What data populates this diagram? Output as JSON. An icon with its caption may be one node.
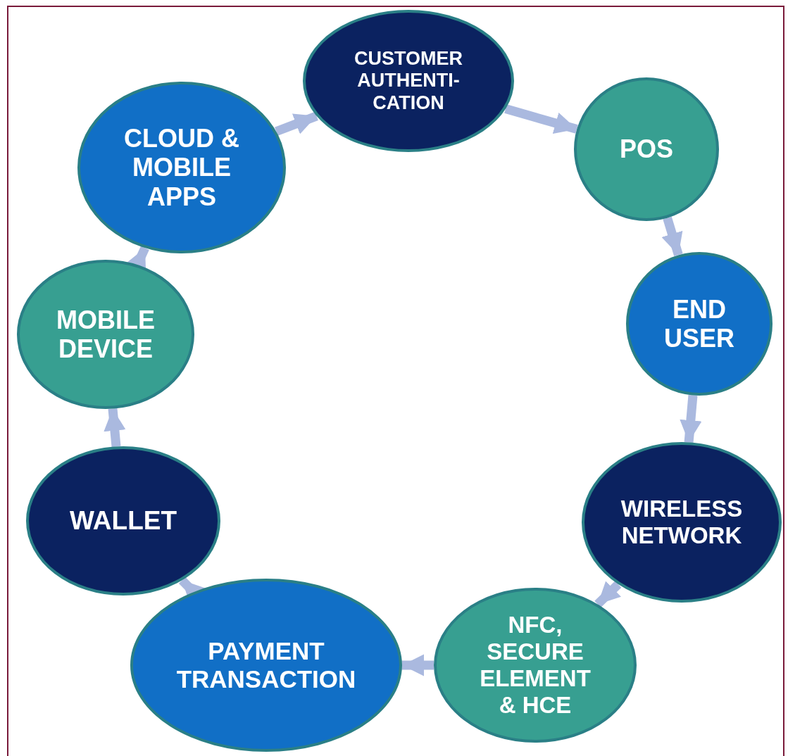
{
  "diagram": {
    "nodes": [
      {
        "text": [
          "CUSTOMER AUTHENTI- CATION"
        ]
      },
      {
        "text": [
          "POS"
        ]
      },
      {
        "text": [
          "END USER"
        ]
      },
      {
        "text": [
          "WIRELESS NETWORK"
        ]
      },
      {
        "text": [
          "NFC, SECURE ELEMENT & HCE"
        ]
      },
      {
        "text": [
          "PAYMENT TRANSACTION"
        ]
      },
      {
        "text": [
          "WALLET"
        ]
      },
      {
        "text": [
          "MOBILE DEVICE"
        ]
      },
      {
        "text": [
          "CLOUD & MOBILE APPS"
        ]
      }
    ],
    "edges": [
      {
        "from": 0,
        "to": 1,
        "arrow": "to"
      },
      {
        "from": 1,
        "to": 2,
        "arrow": "to"
      },
      {
        "from": 2,
        "to": 3,
        "arrow": "to"
      },
      {
        "from": 3,
        "to": 4,
        "arrow": "to"
      },
      {
        "from": 4,
        "to": 5,
        "arrow": "to"
      },
      {
        "from": 5,
        "to": 6,
        "arrow": "to"
      },
      {
        "from": 6,
        "to": 7,
        "arrow": "to"
      },
      {
        "from": 7,
        "to": 8,
        "arrow": "to"
      },
      {
        "from": 8,
        "to": 0,
        "arrow": "to"
      }
    ]
  }
}
